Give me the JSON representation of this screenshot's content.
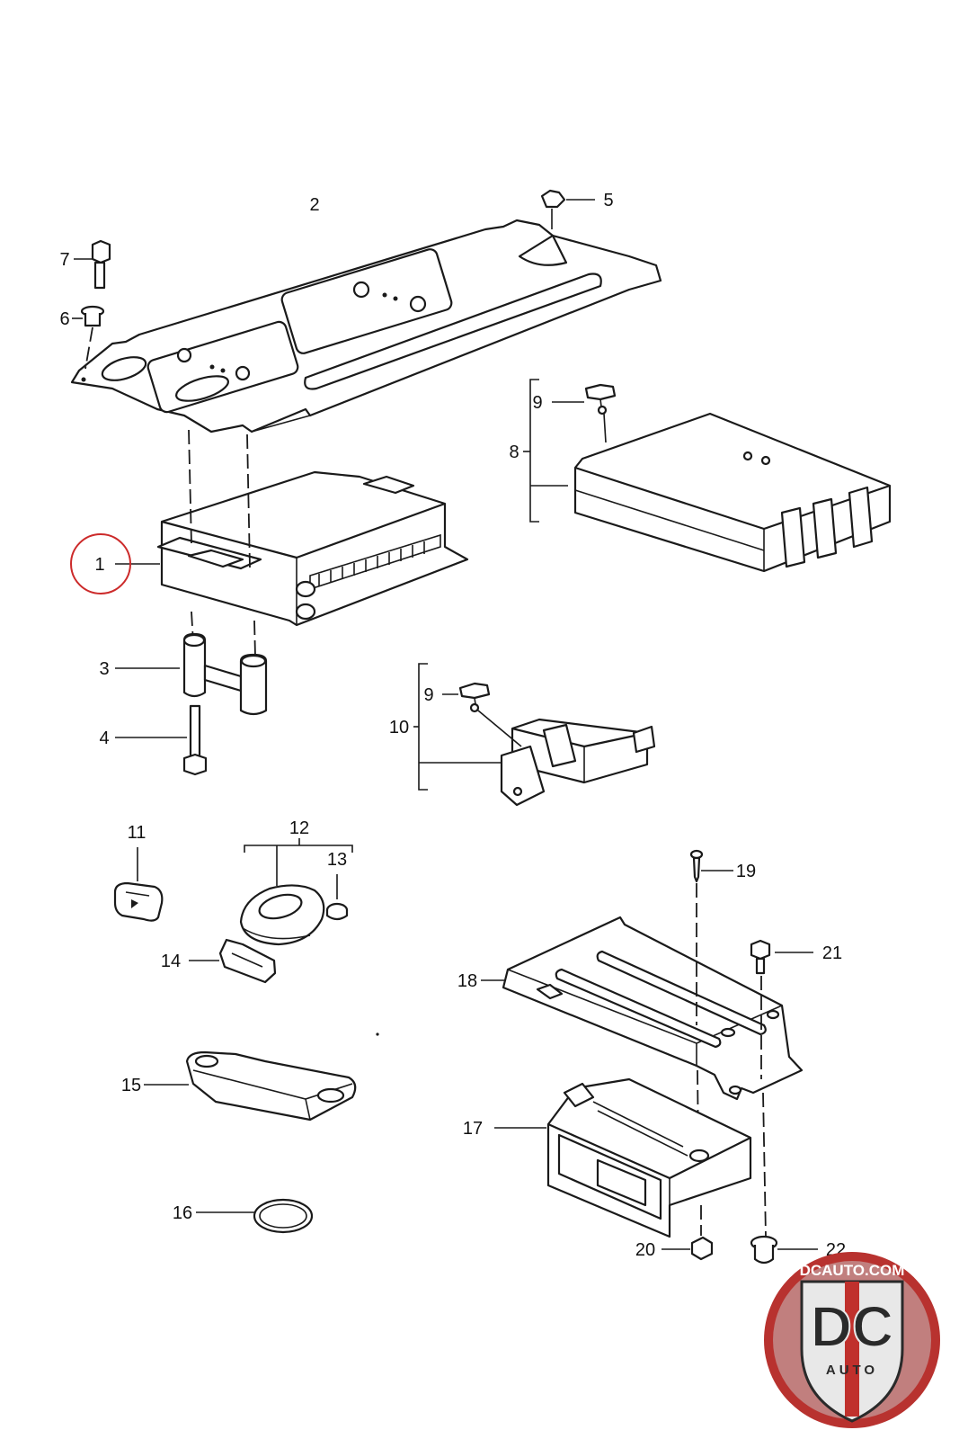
{
  "callouts": {
    "c1": "1",
    "c2": "2",
    "c3": "3",
    "c4": "4",
    "c5": "5",
    "c6": "6",
    "c7": "7",
    "c8": "8",
    "c9a": "9",
    "c9b": "9",
    "c10": "10",
    "c11": "11",
    "c12": "12",
    "c13": "13",
    "c14": "14",
    "c15": "15",
    "c16": "16",
    "c17": "17",
    "c18": "18",
    "c19": "19",
    "c20": "20",
    "c21": "21",
    "c22": "22"
  },
  "highlight": {
    "circled_part": "1",
    "color": "#cc2a2a"
  },
  "logo": {
    "site": "DCAUTO.COM",
    "initials": "DC",
    "word": "AUTO",
    "colors": {
      "ring": "#b8322f",
      "shield": "#e8e8e8",
      "letters": "#2a2a2a",
      "stripe": "#c0302c"
    }
  }
}
